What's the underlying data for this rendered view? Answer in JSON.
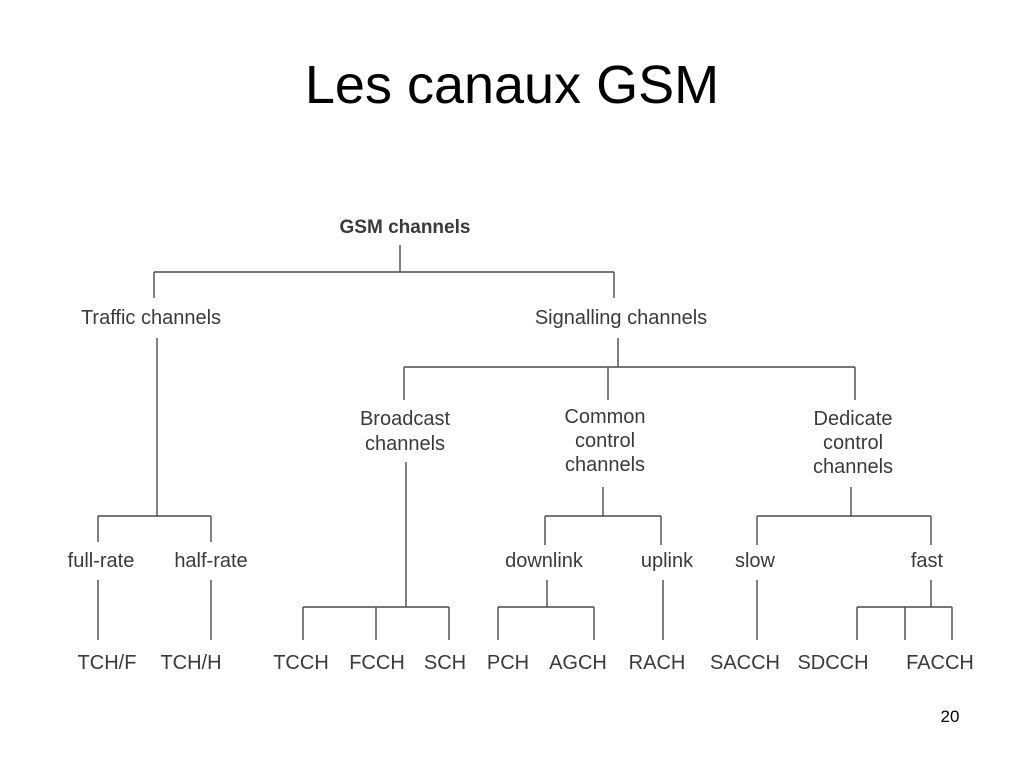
{
  "slide": {
    "title": "Les canaux GSM",
    "page_number": "20"
  },
  "diagram": {
    "root": "GSM channels",
    "traffic": {
      "label": "Traffic channels",
      "full_rate": "full-rate",
      "half_rate": "half-rate",
      "tch_f": "TCH/F",
      "tch_h": "TCH/H"
    },
    "signalling": {
      "label": "Signalling channels",
      "broadcast": {
        "line1": "Broadcast",
        "line2": "channels",
        "tcch": "TCCH",
        "fcch": "FCCH",
        "sch": "SCH"
      },
      "common": {
        "line1": "Common",
        "line2": "control",
        "line3": "channels",
        "downlink": "downlink",
        "uplink": "uplink",
        "pch": "PCH",
        "agch": "AGCH",
        "rach": "RACH"
      },
      "dedicated": {
        "line1": "Dedicate",
        "line2": "control",
        "line3": "channels",
        "slow": "slow",
        "fast": "fast",
        "sacch": "SACCH",
        "sdcch": "SDCCH",
        "facch": "FACCH"
      }
    }
  }
}
